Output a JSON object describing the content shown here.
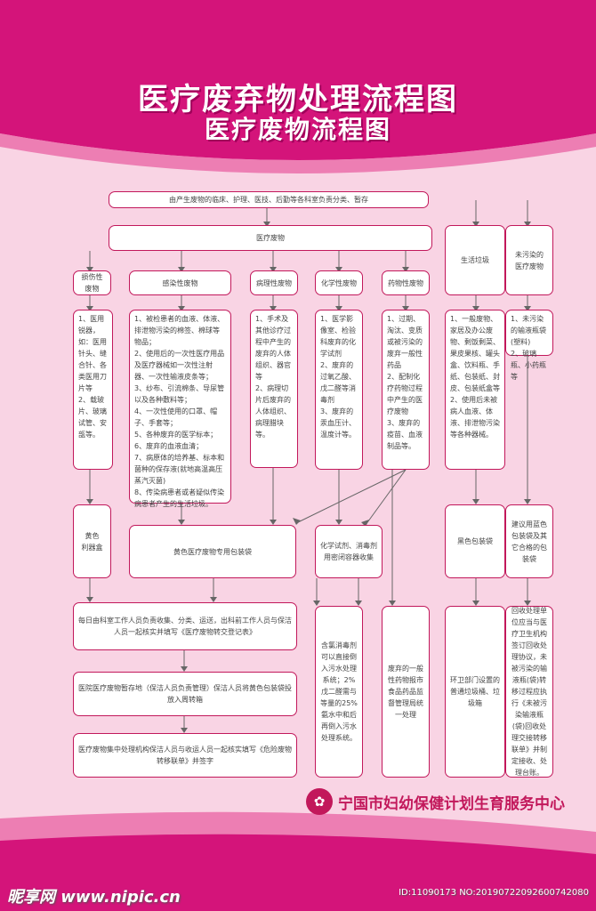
{
  "title": "医疗废弃物处理流程图",
  "subtitle": "医疗废物流程图",
  "nodes": {
    "top": "由产生废物的临床、护理、医技、后勤等各科室负责分类、暂存",
    "medical_waste": "医疗废物",
    "living_waste": "生活垃圾",
    "uncontaminated": "未污染的\n医疗废物",
    "injurious": "损伤性\n废物",
    "infectious": "感染性废物",
    "pathological": "病理性废物",
    "chemical": "化学性废物",
    "pharmaceutical": "药物性废物",
    "injurious_desc": "1、医用锐器，如：医用针头、缝合针、各类医用刀片等\n2、载玻片、玻璃试管、安瓿等。",
    "infectious_desc": "1、被检患者的血液、体液、排泄物污染的棉签、棉球等物品；\n2、使用后的一次性医疗用品及医疗器械如一次性注射器、一次性输液皮条等；\n3、纱布、引流棉条、导尿管以及各种敷料等；\n4、一次性使用的口罩、帽子、手套等；\n5、各种废弃的医学标本；\n6、废弃的血液血清；\n7、病原体的培养基、标本和菌种的保存液(就地高温高压蒸汽灭菌)\n8、传染病患者或者疑似传染病患者产生的生活垃圾。",
    "pathological_desc": "1、手术及其他诊疗过程中产生的废弃的人体组织、器官等\n2、病理切片后废弃的人体组织、病理腊块等。",
    "chemical_desc": "1、医学影像室、检验科废弃的化学试剂\n2、废弃的过氧乙酸、戊二醛等消毒剂\n3、废弃的汞血压计、温度计等。",
    "pharmaceutical_desc": "1、过期、淘汰、变质或被污染的废弃一般性药品\n2、配制化疗药物过程中产生的医疗废物\n3、废弃的疫苗、血液制品等。",
    "living_desc": "1、一般废物、家居及办公废物、剩饭剩菜、果皮果核、罐头盒、饮料瓶、手纸、包装纸、封皮、包装纸盒等\n2、使用后未被病人血液、体液、排泄物污染等各种器械。",
    "uncontaminated_desc": "1、未污染的输液瓶袋(塑料)\n2、玻璃瓶、小药瓶等",
    "sharps_box": "黄色\n利器盒",
    "yellow_bag": "黄色医疗废物专用包装袋",
    "chem_container": "化学试剂、消毒剂用密闭容器收集",
    "black_bag": "黑色包装袋",
    "blue_bag": "建议用蓝色包装袋及其它合格的包装袋",
    "daily_collect": "每日由科室工作人员负责收集、分类、运送，出科前工作人员与保洁人员一起核实并填写《医疗废物转交登记表》",
    "temp_storage": "医院医疗废物暂存地（保洁人员负责管理）保洁人员将黄色包装袋投放入周转箱",
    "final_handover": "医疗废物集中处理机构保洁人员与收运人员一起核实填写《危险废物转移联单》并签字",
    "chlorine": "含氯消毒剂可以直接倒入污水处理系统；2%戊二醛需与等量的25%氨水中和后再倒入污水处理系统。",
    "pharma_dispose": "废弃的一般性药物报市食品药品监督管理局统一处理",
    "sanitation": "环卫部门设置的普通垃圾桶、垃圾箱",
    "recycle": "回收处理单位应当与医疗卫生机构签订回收处理协议，未被污染的输液瓶(袋)转移过程应执行《未被污染输液瓶(袋)回收处理交接转移联单》并制定接收、处理台账。"
  },
  "organization": "宁国市妇幼保健计划生育服务中心",
  "watermark": {
    "site": "昵享网 www.nipic.cn",
    "id": "ID:11090173 NO:20190722092600742080"
  },
  "colors": {
    "primary": "#d4147a",
    "dark": "#c2185b",
    "light_bg": "#f9d4e4",
    "box_border": "#c2185b"
  }
}
